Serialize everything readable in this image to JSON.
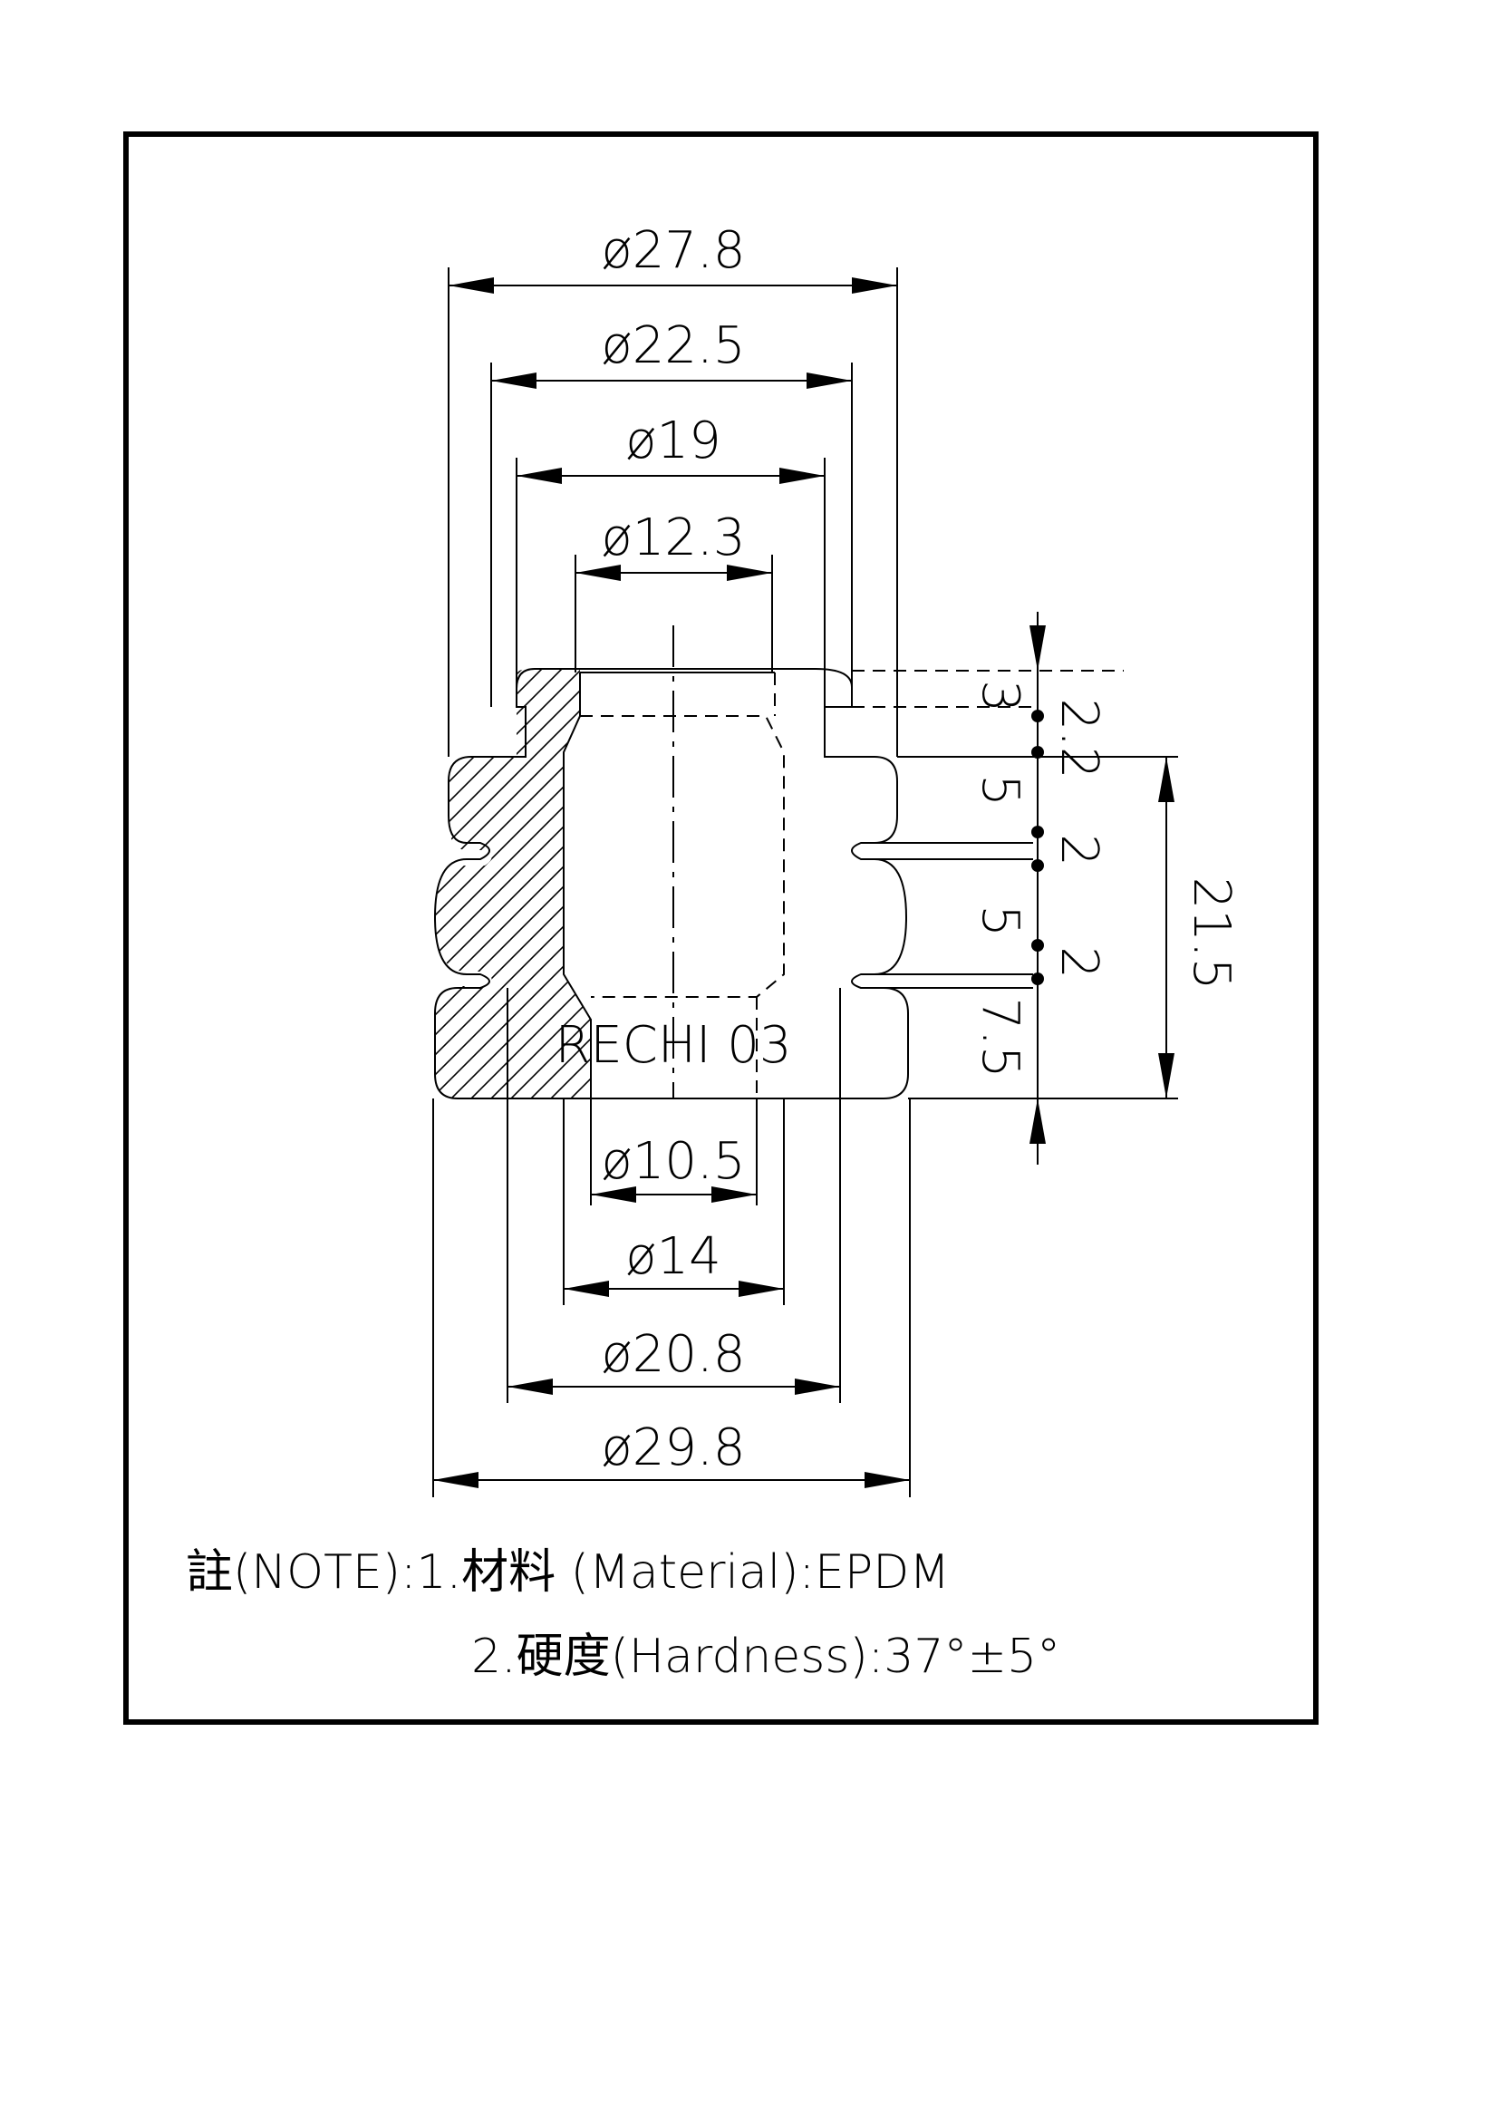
{
  "dimensions": {
    "top": [
      {
        "id": "d27_8",
        "label": "ø27.8"
      },
      {
        "id": "d22_5",
        "label": "ø22.5"
      },
      {
        "id": "d19",
        "label": "ø19"
      },
      {
        "id": "d12_3",
        "label": "ø12.3"
      }
    ],
    "bottom": [
      {
        "id": "d10_5",
        "label": "ø10.5"
      },
      {
        "id": "d14",
        "label": "ø14"
      },
      {
        "id": "d20_8",
        "label": "ø20.8"
      },
      {
        "id": "d29_8",
        "label": "ø29.8"
      }
    ],
    "vertical_left": [
      "3",
      "5",
      "5",
      "7.5"
    ],
    "vertical_right": [
      "2.2",
      "2",
      "2"
    ],
    "overall_height": "21.5"
  },
  "part_label": "RECHI 03",
  "notes": {
    "line1": "註(NOTE):1.材料 (Material):EPDM",
    "line2": "2.硬度(Hardness):37°±5°"
  }
}
